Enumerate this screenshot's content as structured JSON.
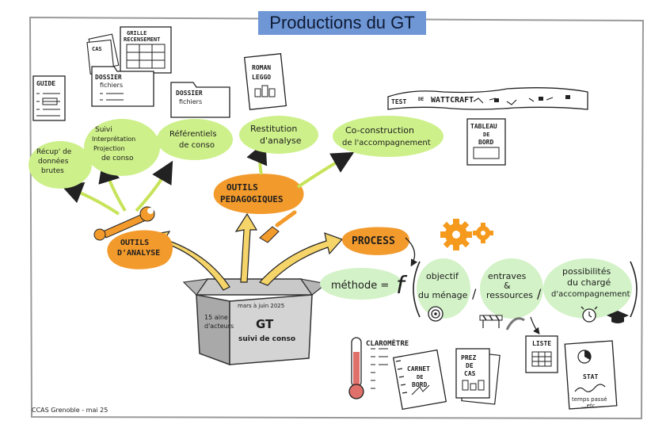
{
  "title": "Productions du GT",
  "colors": {
    "green_bubble": "#cdf08a",
    "pale_green": "#d3f2c7",
    "orange_bubble": "#f29a2c",
    "arrow_yellow": "#f5d46a",
    "arrow_green": "#c7e35a",
    "gear_orange": "#f59a1c",
    "title_bg": "#6f97d6"
  },
  "box": {
    "title": "GT",
    "subtitle": "suivi de conso",
    "date": "mars à juin 2025",
    "side_note": [
      "15 aine",
      "d'acteurs"
    ]
  },
  "hubs": {
    "analyse": [
      "OUTILS",
      "D'ANALYSE"
    ],
    "pedagogiques": [
      "OUTILS",
      "PEDAGOGIQUES"
    ],
    "process": "PROCESS"
  },
  "analysis_bubbles": {
    "recup": [
      "Récup' de",
      "données",
      "brutes"
    ],
    "suivi": [
      "Suivi",
      "Interprétation",
      "Projection",
      "de conso"
    ],
    "referentiels": [
      "Référentiels",
      "de conso"
    ]
  },
  "pedagogy_bubbles": {
    "restitution": [
      "Restitution",
      "d'analyse"
    ],
    "coconstruction": [
      "Co-construction",
      "de l'accompagnement"
    ]
  },
  "documents": {
    "guide": "GUIDE",
    "cas": "CAS",
    "grille": [
      "GRILLE",
      "RECENSEMENT"
    ],
    "dossier1": [
      "DOSSIER",
      "fichiers"
    ],
    "dossier2": [
      "DOSSIER",
      "fichiers"
    ],
    "roman": [
      "ROMAN",
      "LEGGO"
    ],
    "test": [
      "TEST",
      "DE",
      "WATTCRAFT"
    ],
    "tableau": [
      "TABLEAU",
      "DE",
      "BORD"
    ]
  },
  "methode": {
    "label": "méthode =",
    "f": "f",
    "objectif": [
      "objectif",
      "du ménage"
    ],
    "entraves": [
      "entraves",
      "&",
      "ressources"
    ],
    "possibilites": [
      "possibilités",
      "du chargé",
      "d'accompagnement"
    ]
  },
  "tools": {
    "clarometre": "CLAROMÈTRE",
    "carnet": [
      "CARNET",
      "DE",
      "BORD"
    ],
    "prez": [
      "PREZ",
      "DE",
      "CAS"
    ],
    "liste": "LISTE",
    "stat": "STAT",
    "stat_note": [
      "temps passé",
      "...etc"
    ]
  },
  "signature": "CCAS Grenoble - mai 25"
}
